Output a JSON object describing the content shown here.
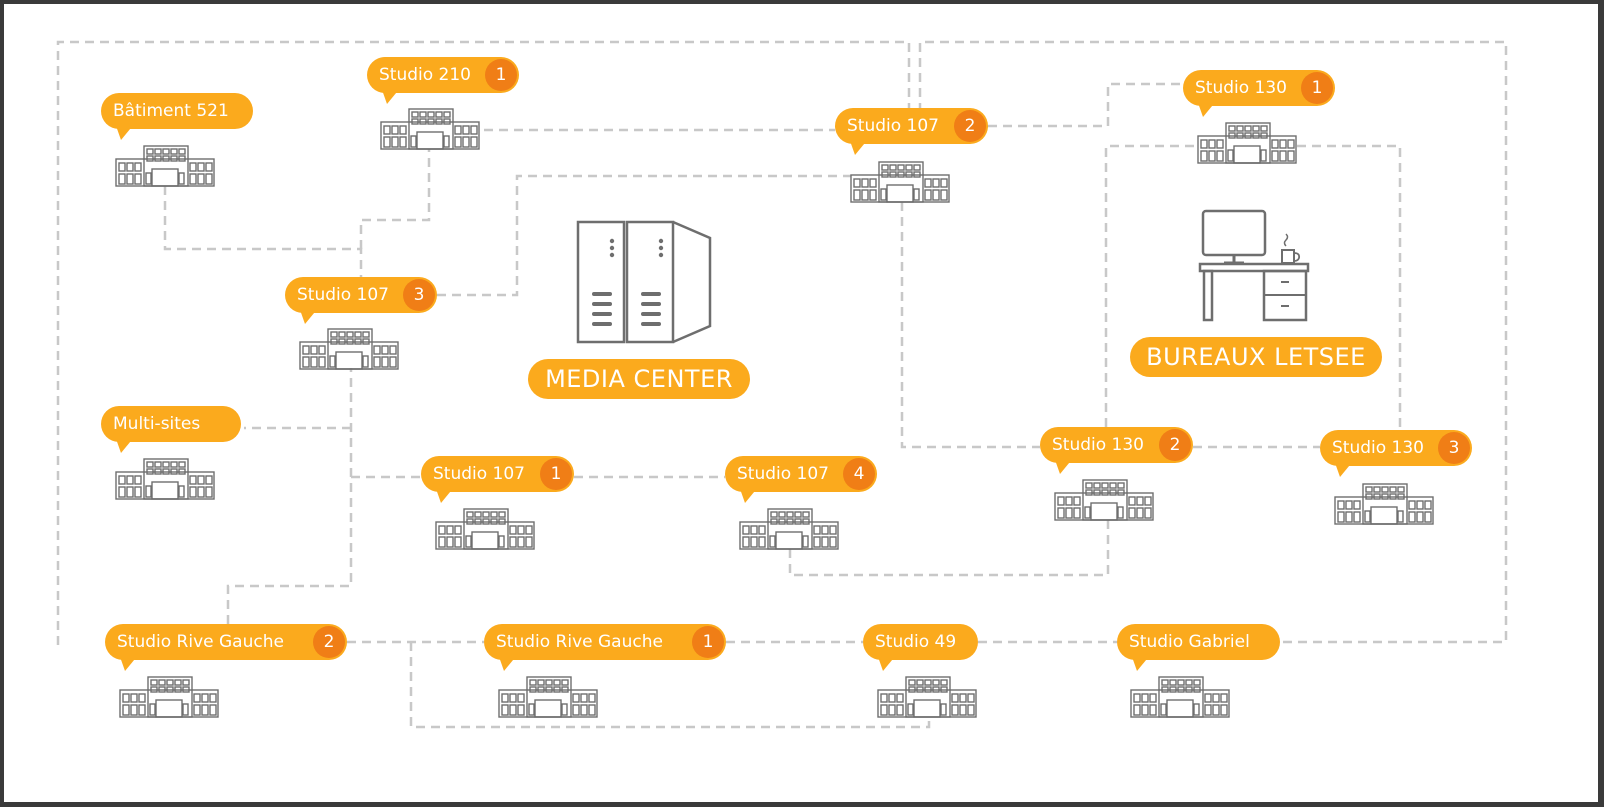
{
  "colors": {
    "primary": "#fbaa1d",
    "badge": "#f07e16",
    "line": "#c8c8c8",
    "icon": "#6e6e6e"
  },
  "hubs": {
    "media_center": "MEDIA CENTER",
    "bureaux": "BUREAUX LETSEE"
  },
  "sites": [
    {
      "name": "Bâtiment 521",
      "badge": ""
    },
    {
      "name": "Studio 210",
      "badge": "1"
    },
    {
      "name": "Studio 107",
      "badge": "2"
    },
    {
      "name": "Studio 130",
      "badge": "1"
    },
    {
      "name": "Studio 107",
      "badge": "3"
    },
    {
      "name": "Multi-sites",
      "badge": ""
    },
    {
      "name": "Studio 107",
      "badge": "1"
    },
    {
      "name": "Studio 107",
      "badge": "4"
    },
    {
      "name": "Studio 130",
      "badge": "2"
    },
    {
      "name": "Studio 130",
      "badge": "3"
    },
    {
      "name": "Studio Rive Gauche",
      "badge": "2"
    },
    {
      "name": "Studio Rive Gauche",
      "badge": "1"
    },
    {
      "name": "Studio 49",
      "badge": ""
    },
    {
      "name": "Studio Gabriel",
      "badge": ""
    }
  ]
}
